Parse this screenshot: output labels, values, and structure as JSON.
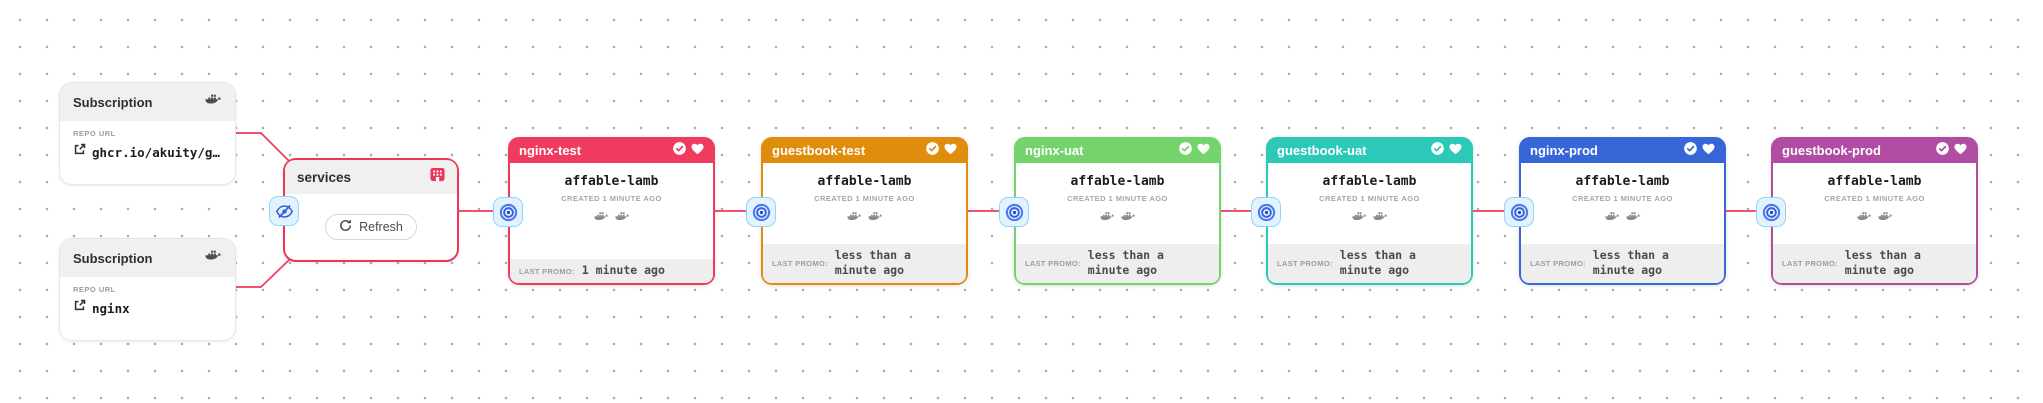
{
  "app": {
    "view": "promotion-pipeline"
  },
  "colors": {
    "connector": "#f0395e",
    "warehouse_accent": "#ee3558",
    "badge_bg": "#e2f3fe",
    "badge_border": "#8fd5fb",
    "badge_glyph": "#3a5fd9",
    "dot_grid": "#adadad"
  },
  "icons": {
    "subscription_icon": "docker-whale",
    "warehouse_icon": "warehouse-building",
    "hidden_icon": "eye-slash",
    "stage_input_icon": "target-bullseye",
    "verified_icon": "check-circle",
    "health_icon": "heart",
    "repo_link_icon": "external-link",
    "refresh_icon": "refresh-arrows"
  },
  "subscriptions": [
    {
      "title": "Subscription",
      "repo_label": "REPO URL",
      "repo_value": "ghcr.io/akuity/g…"
    },
    {
      "title": "Subscription",
      "repo_label": "REPO URL",
      "repo_value": "nginx"
    }
  ],
  "warehouse": {
    "name": "services",
    "refresh_label": "Refresh"
  },
  "stages": [
    {
      "name": "nginx-test",
      "color": "#ee3b5e",
      "freight": "affable-lamb",
      "created": "CREATED 1 MINUTE AGO",
      "last_promo_label": "LAST PROMO:",
      "last_promo": "1 minute ago"
    },
    {
      "name": "guestbook-test",
      "color": "#e08d0d",
      "freight": "affable-lamb",
      "created": "CREATED 1 MINUTE AGO",
      "last_promo_label": "LAST PROMO:",
      "last_promo": "less than a minute ago"
    },
    {
      "name": "nginx-uat",
      "color": "#74d36b",
      "freight": "affable-lamb",
      "created": "CREATED 1 MINUTE AGO",
      "last_promo_label": "LAST PROMO:",
      "last_promo": "less than a minute ago"
    },
    {
      "name": "guestbook-uat",
      "color": "#2dc9b8",
      "freight": "affable-lamb",
      "created": "CREATED 1 MINUTE AGO",
      "last_promo_label": "LAST PROMO:",
      "last_promo": "less than a minute ago"
    },
    {
      "name": "nginx-prod",
      "color": "#3766d9",
      "freight": "affable-lamb",
      "created": "CREATED 1 MINUTE AGO",
      "last_promo_label": "LAST PROMO:",
      "last_promo": "less than a minute ago"
    },
    {
      "name": "guestbook-prod",
      "color": "#b04da3",
      "freight": "affable-lamb",
      "created": "CREATED 1 MINUTE AGO",
      "last_promo_label": "LAST PROMO:",
      "last_promo": "less than a minute ago"
    }
  ]
}
